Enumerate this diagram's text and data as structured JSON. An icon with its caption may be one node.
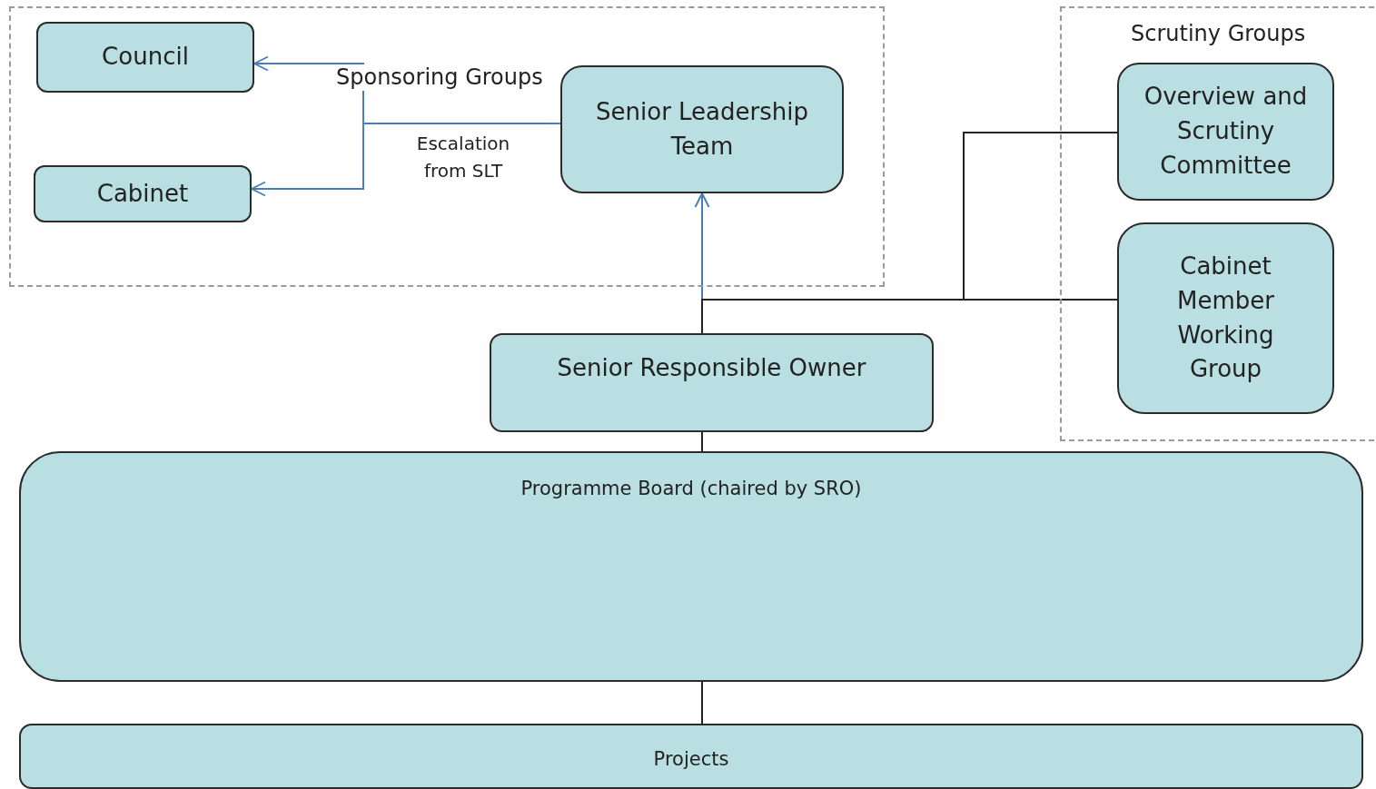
{
  "diagram": {
    "nodes": [
      {
        "text": [
          "Sponsoring Groups"
        ]
      },
      {
        "text": [
          "Council"
        ],
        "in": 0
      },
      {
        "text": [
          "Cabinet"
        ],
        "in": 0
      },
      {
        "text": [
          "Senior Leadership Team"
        ],
        "in": 0
      },
      {
        "text": [
          "Scrutiny Groups"
        ]
      },
      {
        "text": [
          "Overview and Scrutiny Committee"
        ],
        "in": 4
      },
      {
        "text": [
          "Cabinet Member Working Group"
        ],
        "in": 4
      },
      {
        "text": [
          "Senior Responsible Owner"
        ]
      },
      {
        "text": [
          "Programme Board (chaired by SRO)"
        ]
      },
      {
        "text": [
          "Projects"
        ]
      }
    ],
    "edges": [
      {
        "from": 3,
        "to": 1,
        "arrow": "to",
        "label": "Escalation from SLT",
        "color": "#4a7ebb"
      },
      {
        "from": 3,
        "to": 2,
        "arrow": "to",
        "color": "#4a7ebb"
      },
      {
        "from": 7,
        "to": 3,
        "arrow": "to",
        "color": "#4a7ebb"
      },
      {
        "from": 7,
        "to": 5,
        "arrow": "none"
      },
      {
        "from": 7,
        "to": 6,
        "arrow": "none"
      },
      {
        "from": 7,
        "to": 8,
        "arrow": "none"
      },
      {
        "from": 8,
        "to": 9,
        "arrow": "none"
      }
    ]
  }
}
